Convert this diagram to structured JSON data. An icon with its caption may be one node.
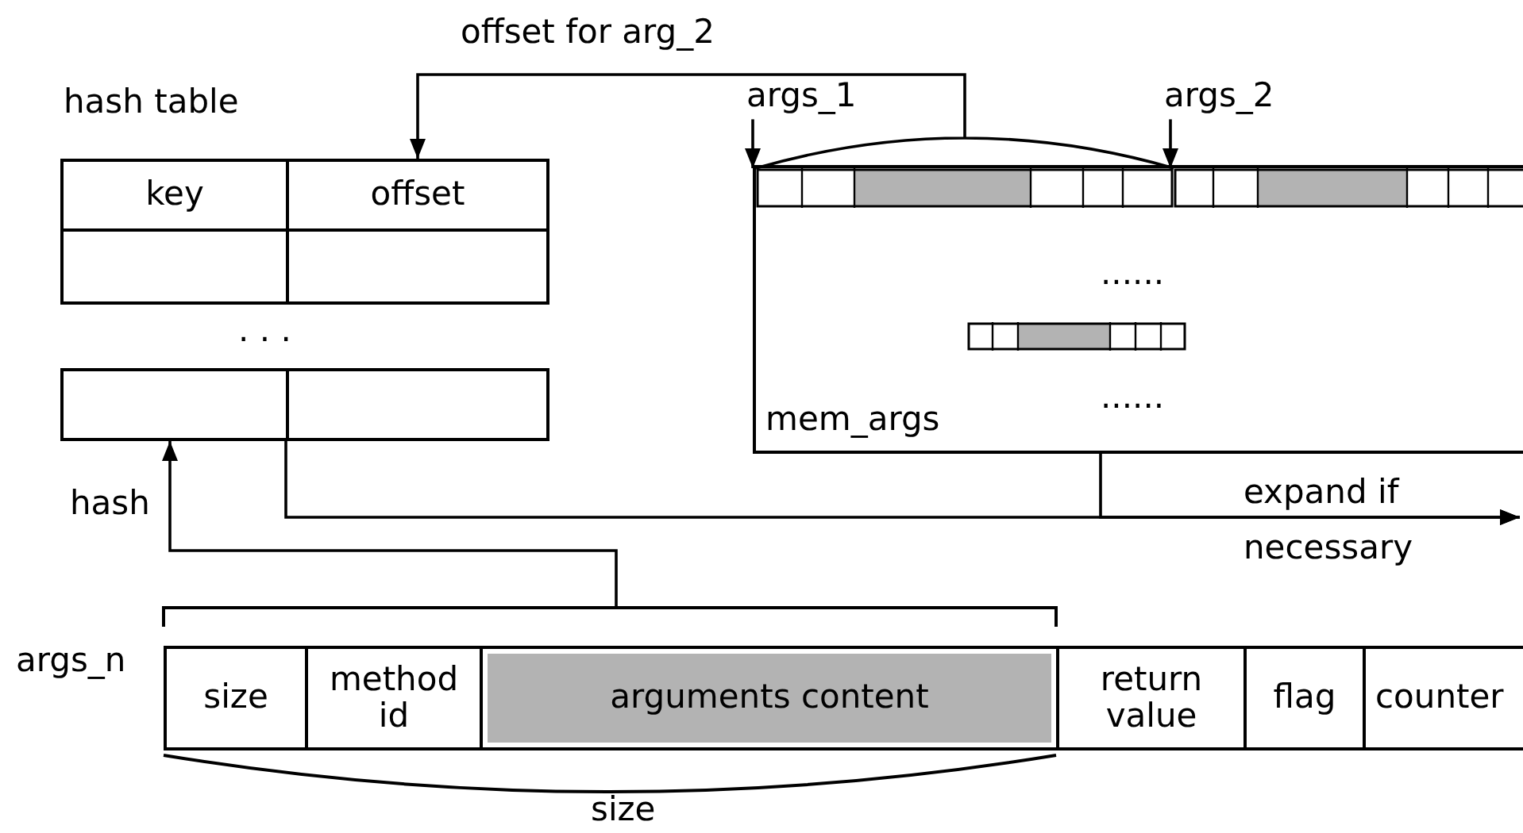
{
  "diagram": {
    "nodes": [
      {
        "text": [
          "hash table"
        ]
      },
      {
        "text": [
          "key"
        ],
        "in": 0
      },
      {
        "text": [
          "offset"
        ],
        "in": 0
      },
      {
        "text": [],
        "shape": "box",
        "in": 0
      },
      {
        "text": [],
        "shape": "box",
        "in": 0
      },
      {
        "text": [],
        "shape": "box",
        "in": 0
      },
      {
        "text": [],
        "shape": "box",
        "in": 0
      },
      {
        "text": [
          "mem_args"
        ]
      },
      {
        "text": [
          "args_1"
        ]
      },
      {
        "text": [
          "args_2"
        ]
      },
      {
        "text": [],
        "shape": "bar",
        "in": 7
      },
      {
        "text": [],
        "shape": "bar",
        "in": 7
      },
      {
        "text": [],
        "shape": "bar",
        "in": 7
      },
      {
        "text": [
          "args_n"
        ]
      },
      {
        "text": [
          "size"
        ],
        "in": 13
      },
      {
        "text": [
          "method id"
        ],
        "in": 13
      },
      {
        "text": [
          "arguments content"
        ],
        "in": 13
      },
      {
        "text": [
          "return value"
        ],
        "in": 13
      },
      {
        "text": [
          "flag"
        ],
        "in": 13
      },
      {
        "text": [
          "counter"
        ],
        "in": 13
      }
    ],
    "edges": [
      {
        "from": 8,
        "to": 10,
        "arrow": "to"
      },
      {
        "from": 9,
        "to": 11,
        "arrow": "to"
      },
      {
        "from": 10,
        "to": 2,
        "arrow": "to",
        "label": "offset for arg_2"
      },
      {
        "from": 13,
        "to": 5,
        "arrow": "to",
        "label": "hash"
      },
      {
        "from": 5,
        "to": null,
        "arrow": "to"
      },
      {
        "from": 7,
        "to": null,
        "arrow": "to",
        "label": "expand if necessary"
      }
    ],
    "labels": [
      "......",
      ". . .",
      "......",
      "size"
    ]
  }
}
